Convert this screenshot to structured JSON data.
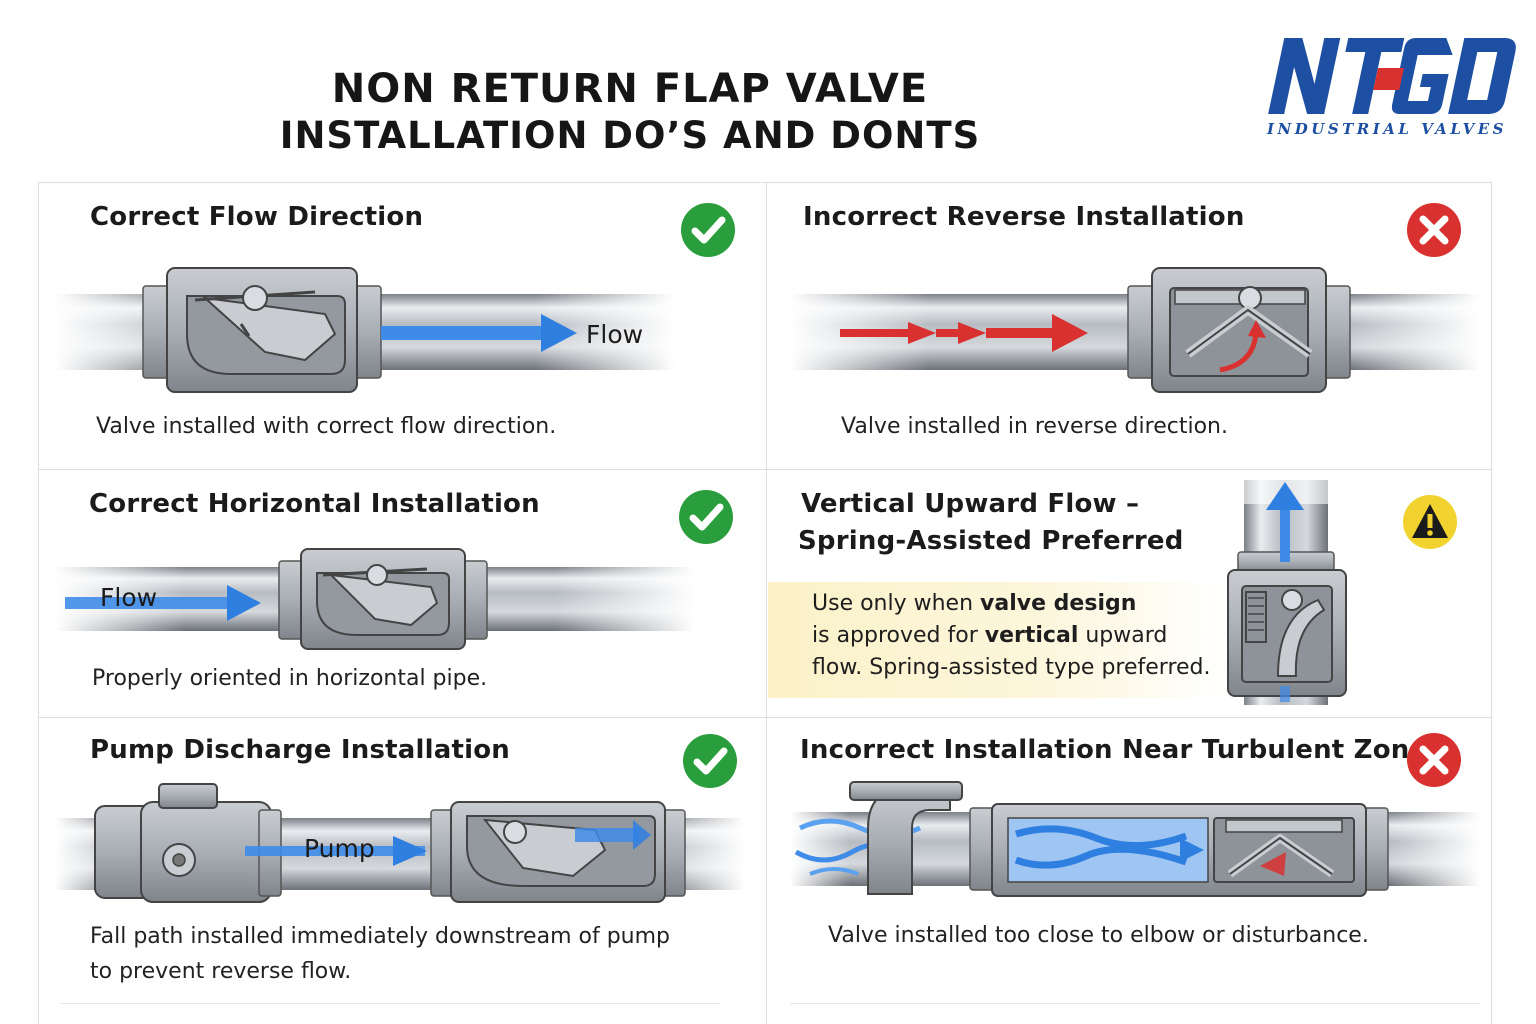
{
  "header": {
    "title_line1": "NON RETURN FLAP VALVE",
    "title_line2": "INSTALLATION DO’S AND DONTS"
  },
  "logo": {
    "text": "NTGD",
    "subtitle": "INDUSTRIAL VALVES",
    "color": "#1d4fa3",
    "accent": "#d8312f"
  },
  "colors": {
    "ok": "#2a9d3c",
    "bad": "#d8312f",
    "warn": "#f2d22e",
    "flow_blue": "#2f7fe0",
    "reverse_red": "#d8312f",
    "note_bg": "#fbf2c8"
  },
  "panels": [
    {
      "title": "Correct Flow Direction",
      "status": "check-icon",
      "label": "Flow",
      "caption_lines": [
        "Valve installed with correct flow direction."
      ]
    },
    {
      "title": "Incorrect Reverse Installation",
      "status": "cross-icon",
      "caption_lines": [
        "Valve installed in reverse direction."
      ]
    },
    {
      "title": "Correct Horizontal Installation",
      "status": "check-icon",
      "label": "Flow",
      "caption_lines": [
        "Properly oriented in horizontal pipe."
      ]
    },
    {
      "title_lines": [
        "Vertical Upward Flow –",
        "Spring-Assisted Preferred"
      ],
      "status": "warning-icon",
      "note": {
        "line1_a": "Use only when ",
        "line1_b": "valve design",
        "line2_a": "is approved for ",
        "line2_b": "vertical",
        "line2_c": " upward",
        "line3": "flow. Spring-assisted type preferred."
      }
    },
    {
      "title": "Pump Discharge Installation",
      "status": "check-icon",
      "label": "Pump",
      "caption_lines": [
        "Fall path installed immediately downstream of pump",
        "to prevent reverse flow."
      ]
    },
    {
      "title": "Incorrect Installation Near Turbulent Zone",
      "status": "cross-icon",
      "caption_lines": [
        "Valve installed too close to elbow or disturbance."
      ]
    }
  ]
}
